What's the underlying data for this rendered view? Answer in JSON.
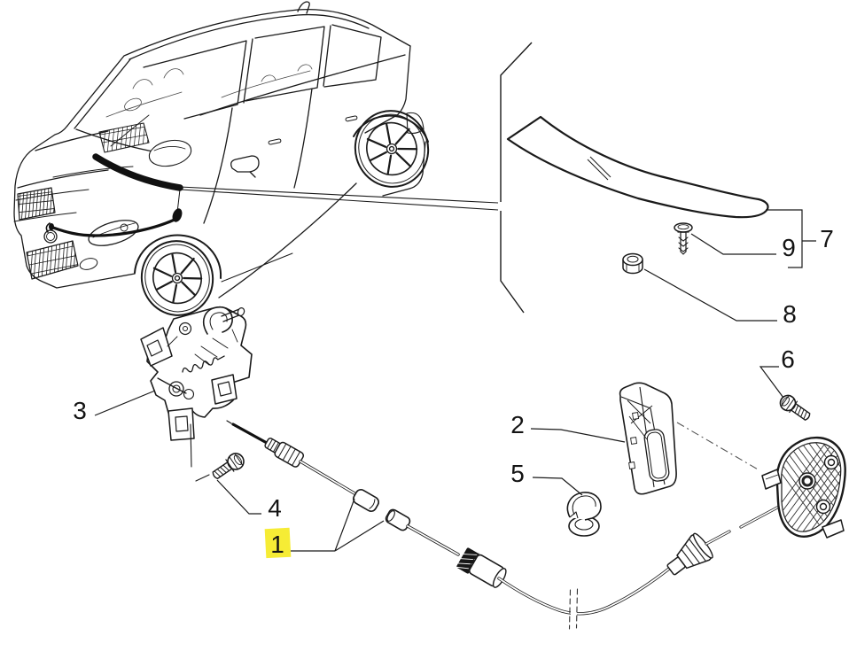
{
  "diagram": {
    "kind": "exploded-parts-diagram",
    "highlighted_callout": "1"
  },
  "colors": {
    "background": "#ffffff",
    "line": "#1a1a1a",
    "highlight_fill": "#f6ec35",
    "label_text": "#141414"
  },
  "callouts": {
    "c1": {
      "label": "1",
      "highlighted": true
    },
    "c2": {
      "label": "2",
      "highlighted": false
    },
    "c3": {
      "label": "3",
      "highlighted": false
    },
    "c4": {
      "label": "4",
      "highlighted": false
    },
    "c5": {
      "label": "5",
      "highlighted": false
    },
    "c6": {
      "label": "6",
      "highlighted": false
    },
    "c7": {
      "label": "7",
      "highlighted": false
    },
    "c8": {
      "label": "8",
      "highlighted": false
    },
    "c9": {
      "label": "9",
      "highlighted": false
    }
  }
}
